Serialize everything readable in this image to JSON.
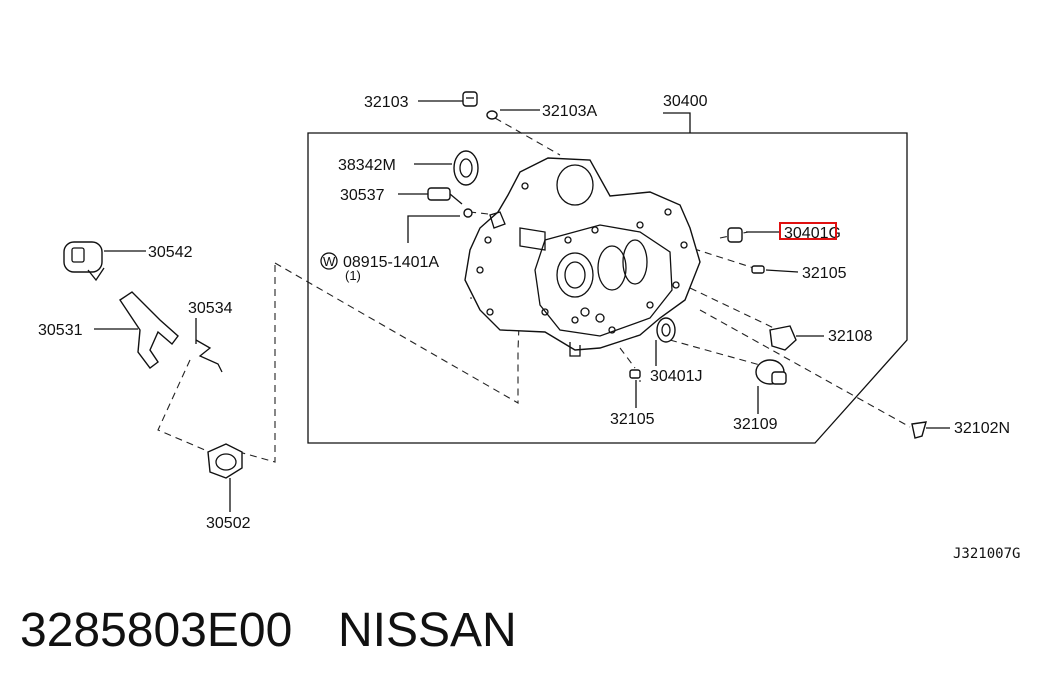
{
  "diagram": {
    "labels": {
      "p30400": "30400",
      "p32103": "32103",
      "p32103A": "32103A",
      "p38342M": "38342M",
      "p30537": "30537",
      "p08915": "08915-1401A",
      "p08915_qty": "(1)",
      "w_marker": "W",
      "p30401G": "30401G",
      "p32105_top": "32105",
      "p32108": "32108",
      "p30401J": "30401J",
      "p32105_bot": "32105",
      "p32109": "32109",
      "p32102N": "32102N",
      "p30542": "30542",
      "p30534": "30534",
      "p30531": "30531",
      "p30502": "30502"
    },
    "figure_code": "J321007G"
  },
  "footer": {
    "part_number": "3285803E00",
    "brand": "NISSAN"
  }
}
